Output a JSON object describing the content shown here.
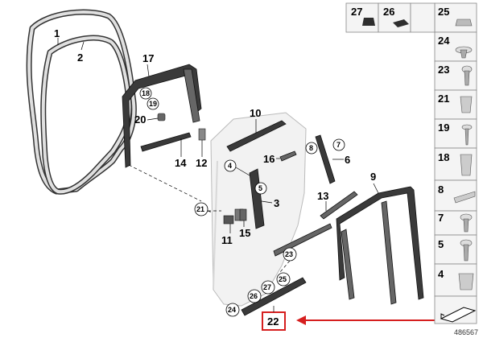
{
  "diagram": {
    "id": "486567",
    "callouts": {
      "p1": "1",
      "p2": "2",
      "p3": "3",
      "p4": "4",
      "p5": "5",
      "p6": "6",
      "p7": "7",
      "p8": "8",
      "p9": "9",
      "p10": "10",
      "p11": "11",
      "p12": "12",
      "p13": "13",
      "p14": "14",
      "p15": "15",
      "p16": "16",
      "p17": "17",
      "p18": "18",
      "p19": "19",
      "p20": "20",
      "p21a": "21",
      "p21b": "21",
      "p22": "22",
      "p23": "23",
      "p24": "24",
      "p25": "25",
      "p26": "26",
      "p27": "27"
    },
    "side_panel": {
      "top_row": [
        "27",
        "26",
        "25"
      ],
      "column": [
        "24",
        "23",
        "21",
        "19",
        "18",
        "8",
        "7",
        "5",
        "4"
      ]
    },
    "highlight": {
      "label": "22",
      "color": "#d61f1f"
    }
  },
  "colors": {
    "highlight": "#d61f1f",
    "part_dark": "#3a3a3a",
    "line": "#000000"
  }
}
